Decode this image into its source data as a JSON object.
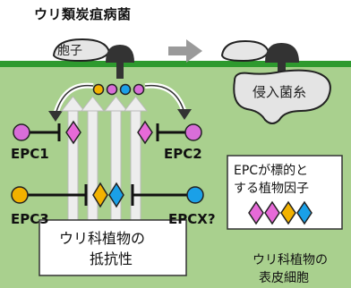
{
  "title": "ウリ類炭疽病菌",
  "pathogen": {
    "spore_label": "胞子",
    "invasive_hypha_label": "侵入菌糸"
  },
  "effectors": [
    {
      "name": "EPC1",
      "color": "#d86ed8"
    },
    {
      "name": "EPC2",
      "color": "#d86ed8"
    },
    {
      "name": "EPC3",
      "color": "#f2b200"
    },
    {
      "name": "EPCX?",
      "color": "#1aa0e8"
    }
  ],
  "secreted_dot_colors": [
    "#f2b200",
    "#d86ed8",
    "#1aa0e8",
    "#d86ed8"
  ],
  "resistance_label": {
    "line1": "ウリ科植物の",
    "line2": "抵抗性"
  },
  "target_label": {
    "line1": "EPCが標的と",
    "line2": "する植物因子"
  },
  "epidermis_label": {
    "line1": "ウリ科植物の",
    "line2": "表皮細胞"
  },
  "colors": {
    "cell": "#a9d08e",
    "cell_wall": "#2e9a2e",
    "arrow_fill": "#e8e8e8",
    "box_fill": "#ffffff",
    "pink": "#e66ad8",
    "orange": "#f2b200",
    "blue": "#1aa0e8",
    "pathogen_dark": "#333333",
    "pathogen_light": "#d0d0d0"
  }
}
